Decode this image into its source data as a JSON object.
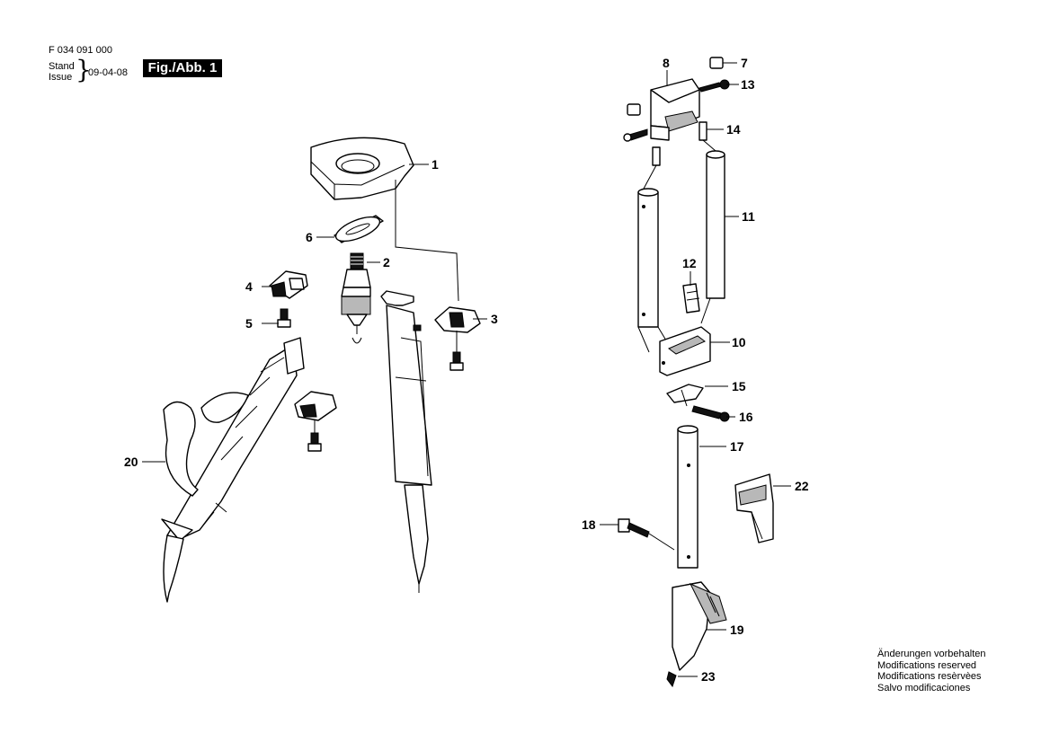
{
  "header": {
    "doc_number": "F 034 091 000",
    "stand_label": "Stand",
    "issue_label": "Issue",
    "date": "09-04-08",
    "figure_label": "Fig./Abb. 1"
  },
  "notes": [
    "Änderungen vorbehalten",
    "Modifications reserved",
    "Modifications resèrvèes",
    "Salvo modificaciones"
  ],
  "callouts": [
    "1",
    "2",
    "3",
    "4",
    "5",
    "6",
    "7",
    "8",
    "10",
    "11",
    "12",
    "13",
    "14",
    "15",
    "16",
    "17",
    "18",
    "19",
    "20",
    "22",
    "23"
  ]
}
